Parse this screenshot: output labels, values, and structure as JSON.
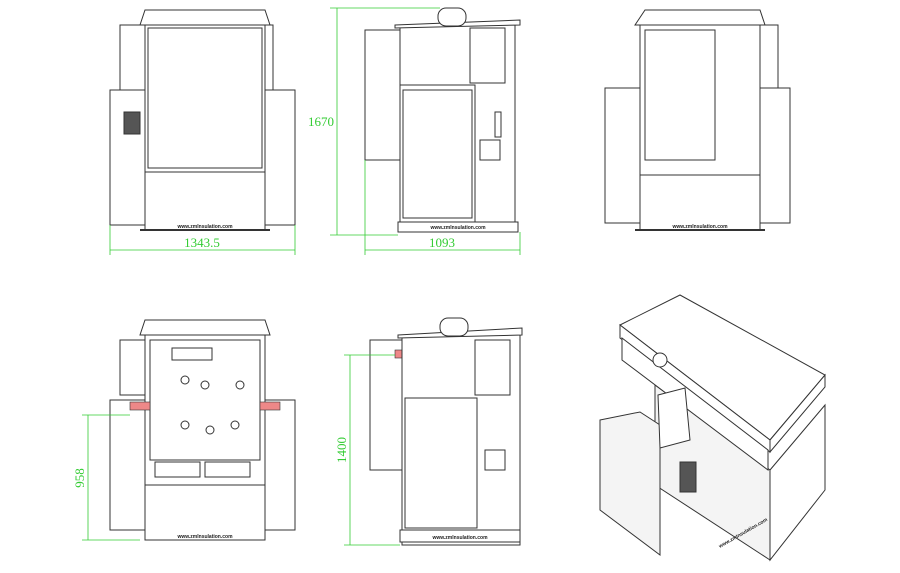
{
  "dimensions": {
    "front_width": "1343.5",
    "side_height": "1670",
    "side_width": "1093",
    "open_front_height": "958",
    "open_side_height": "1400"
  },
  "watermark": "www.zmInsulation.com",
  "colors": {
    "dimension": "#33cc33",
    "line": "#333333"
  }
}
